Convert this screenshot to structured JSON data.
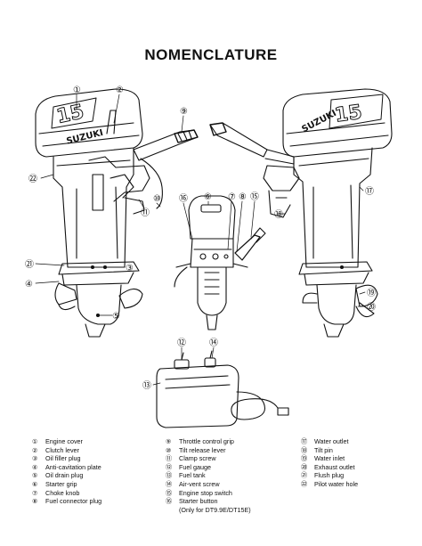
{
  "title": "NOMENCLATURE",
  "brand_text": "SUZUKI",
  "model_text": "15",
  "legend": {
    "col1": [
      {
        "num": "①",
        "label": "Engine cover"
      },
      {
        "num": "②",
        "label": "Clutch lever"
      },
      {
        "num": "③",
        "label": "Oil filler plug"
      },
      {
        "num": "④",
        "label": "Anti-cavitation plate"
      },
      {
        "num": "⑤",
        "label": "Oil drain plug"
      },
      {
        "num": "⑥",
        "label": "Starter grip"
      },
      {
        "num": "⑦",
        "label": "Choke knob"
      },
      {
        "num": "⑧",
        "label": "Fuel connector plug"
      }
    ],
    "col2": [
      {
        "num": "⑨",
        "label": "Throttle control grip"
      },
      {
        "num": "⑩",
        "label": "Tilt release lever"
      },
      {
        "num": "⑪",
        "label": "Clamp screw"
      },
      {
        "num": "⑫",
        "label": "Fuel gauge"
      },
      {
        "num": "⑬",
        "label": "Fuel tank"
      },
      {
        "num": "⑭",
        "label": "Air-vent screw"
      },
      {
        "num": "⑮",
        "label": "Engine stop switch"
      },
      {
        "num": "⑯",
        "label": "Starter button",
        "note": "(Only for DT9.9E/DT15E)"
      }
    ],
    "col3": [
      {
        "num": "⑰",
        "label": "Water outlet"
      },
      {
        "num": "⑱",
        "label": "Tilt pin"
      },
      {
        "num": "⑲",
        "label": "Water inlet"
      },
      {
        "num": "⑳",
        "label": "Exhaust outlet"
      },
      {
        "num": "㉑",
        "label": "Flush plug"
      },
      {
        "num": "㉒",
        "label": "Pilot water hole"
      }
    ]
  },
  "callouts": {
    "c1": "①",
    "c2": "②",
    "c3": "③",
    "c4": "④",
    "c5": "⑤",
    "c6": "⑥",
    "c7": "⑦",
    "c8": "⑧",
    "c9": "⑨",
    "c10": "⑩",
    "c11": "⑪",
    "c12": "⑫",
    "c13": "⑬",
    "c14": "⑭",
    "c15": "⑮",
    "c16": "⑯",
    "c17": "⑰",
    "c18": "⑱",
    "c19": "⑲",
    "c20": "⑳",
    "c21": "㉑",
    "c22": "㉒"
  }
}
